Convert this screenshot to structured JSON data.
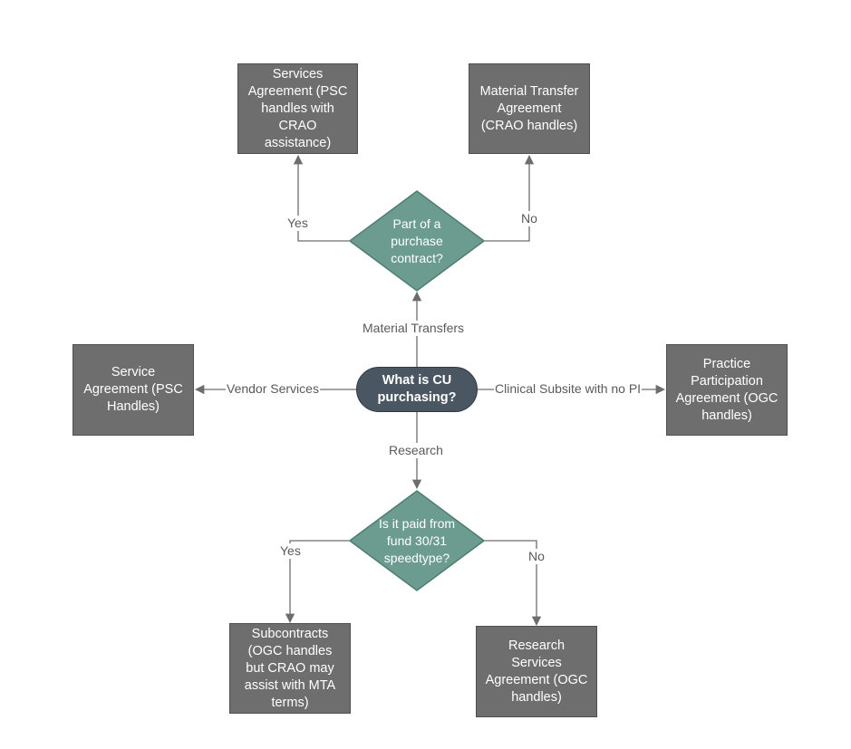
{
  "center": {
    "text": "What is CU purchasing?"
  },
  "decisions": {
    "purchase_contract": {
      "text": "Part of a purchase contract?"
    },
    "fund_paid": {
      "text": "Is it paid from fund 30/31 speedtype?"
    }
  },
  "outcomes": {
    "services_agreement_psc_crao": {
      "text": "Services Agreement (PSC handles with CRAO assistance)"
    },
    "material_transfer_agreement": {
      "text": "Material Transfer Agreement (CRAO handles)"
    },
    "service_agreement_psc": {
      "text": "Service Agreement (PSC Handles)"
    },
    "practice_participation_agreement": {
      "text": "Practice Participation Agreement (OGC handles)"
    },
    "subcontracts": {
      "text": "Subcontracts (OGC handles but CRAO may assist with MTA terms)"
    },
    "research_services_agreement": {
      "text": "Research Services Agreement (OGC handles)"
    }
  },
  "edge_labels": {
    "material_transfers": "Material Transfers",
    "vendor_services": "Vendor Services",
    "clinical_subsite": "Clinical Subsite with no PI",
    "research": "Research",
    "yes_top": "Yes",
    "no_top": "No",
    "yes_bottom": "Yes",
    "no_bottom": "No"
  },
  "colors": {
    "box_fill": "#6e6e6e",
    "diamond_fill": "#6b9c8f",
    "pill_fill": "#4a5763",
    "connector": "#6d6d6d"
  }
}
